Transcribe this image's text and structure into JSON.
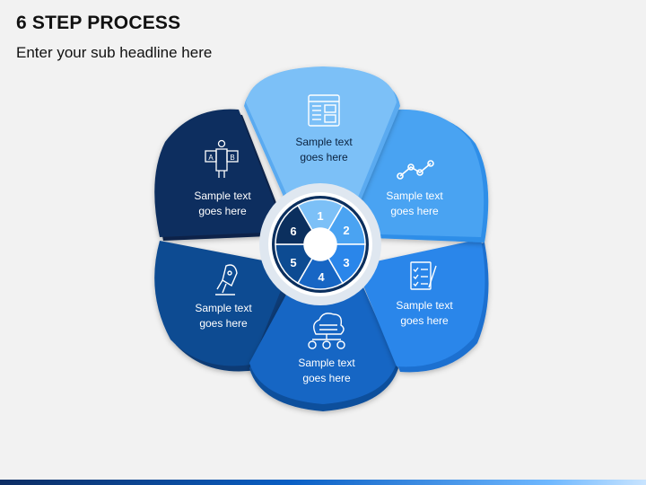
{
  "header": {
    "title": "6 STEP PROCESS",
    "subtitle": "Enter your sub headline here"
  },
  "diagram": {
    "steps": [
      {
        "number": "1",
        "text_line1": "Sample text",
        "text_line2": "goes here",
        "icon": "web-page-icon",
        "color": "#7cc0f7"
      },
      {
        "number": "2",
        "text_line1": "Sample text",
        "text_line2": "goes here",
        "icon": "line-chart-icon",
        "color": "#4aa3f2"
      },
      {
        "number": "3",
        "text_line1": "Sample text",
        "text_line2": "goes here",
        "icon": "checklist-icon",
        "color": "#2a86ea"
      },
      {
        "number": "4",
        "text_line1": "Sample text",
        "text_line2": "goes here",
        "icon": "cloud-network-icon",
        "color": "#1766c4"
      },
      {
        "number": "5",
        "text_line1": "Sample text",
        "text_line2": "goes here",
        "icon": "rocket-launch-icon",
        "color": "#0d4b92"
      },
      {
        "number": "6",
        "text_line1": "Sample text",
        "text_line2": "goes here",
        "icon": "ab-test-icon",
        "color": "#0b2f5e"
      }
    ]
  }
}
